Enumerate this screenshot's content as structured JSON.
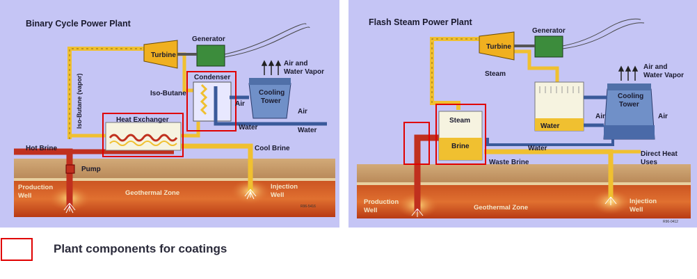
{
  "binary": {
    "title": "Binary Cycle Power Plant",
    "generator": "Generator",
    "turbine": "Turbine",
    "air_vapor_1": "Air and",
    "air_vapor_2": "Water Vapor",
    "condenser": "Condenser",
    "iso_butane_vapor": "Iso-Butane (vapor)",
    "iso_butane": "Iso-Butane",
    "cooling_tower_1": "Cooling",
    "cooling_tower_2": "Tower",
    "air_left": "Air",
    "air_right": "Air",
    "water_1": "Water",
    "water_2": "Water",
    "heat_exchanger": "Heat Exchanger",
    "hot_brine": "Hot Brine",
    "cool_brine": "Cool Brine",
    "pump": "Pump",
    "production_1": "Production",
    "production_2": "Well",
    "geothermal_zone": "Geothermal Zone",
    "injection_1": "Injection",
    "injection_2": "Well",
    "code": "R96-5416"
  },
  "flash": {
    "title": "Flash Steam Power Plant",
    "generator": "Generator",
    "turbine": "Turbine",
    "air_vapor_1": "Air and",
    "air_vapor_2": "Water Vapor",
    "steam_label": "Steam",
    "cooling_tower_1": "Cooling",
    "cooling_tower_2": "Tower",
    "air_left": "Air",
    "air_right": "Air",
    "water_tank": "Water",
    "water_label": "Water",
    "steam_box": "Steam",
    "brine_box": "Brine",
    "waste_brine": "Waste Brine",
    "direct_heat_1": "Direct Heat",
    "direct_heat_2": "Uses",
    "production_1": "Production",
    "production_2": "Well",
    "geothermal_zone": "Geothermal Zone",
    "injection_1": "Injection",
    "injection_2": "Well",
    "code": "R96-0412"
  },
  "legend": {
    "text": "Plant components  for coatings"
  },
  "colors": {
    "panel_bg": "#c5c5f5",
    "highlight": "#e00000",
    "hot_pipe": "#c0301e",
    "warm_pipe": "#f0c030",
    "soil": "#c89a68",
    "geothermal": "#c84418"
  }
}
